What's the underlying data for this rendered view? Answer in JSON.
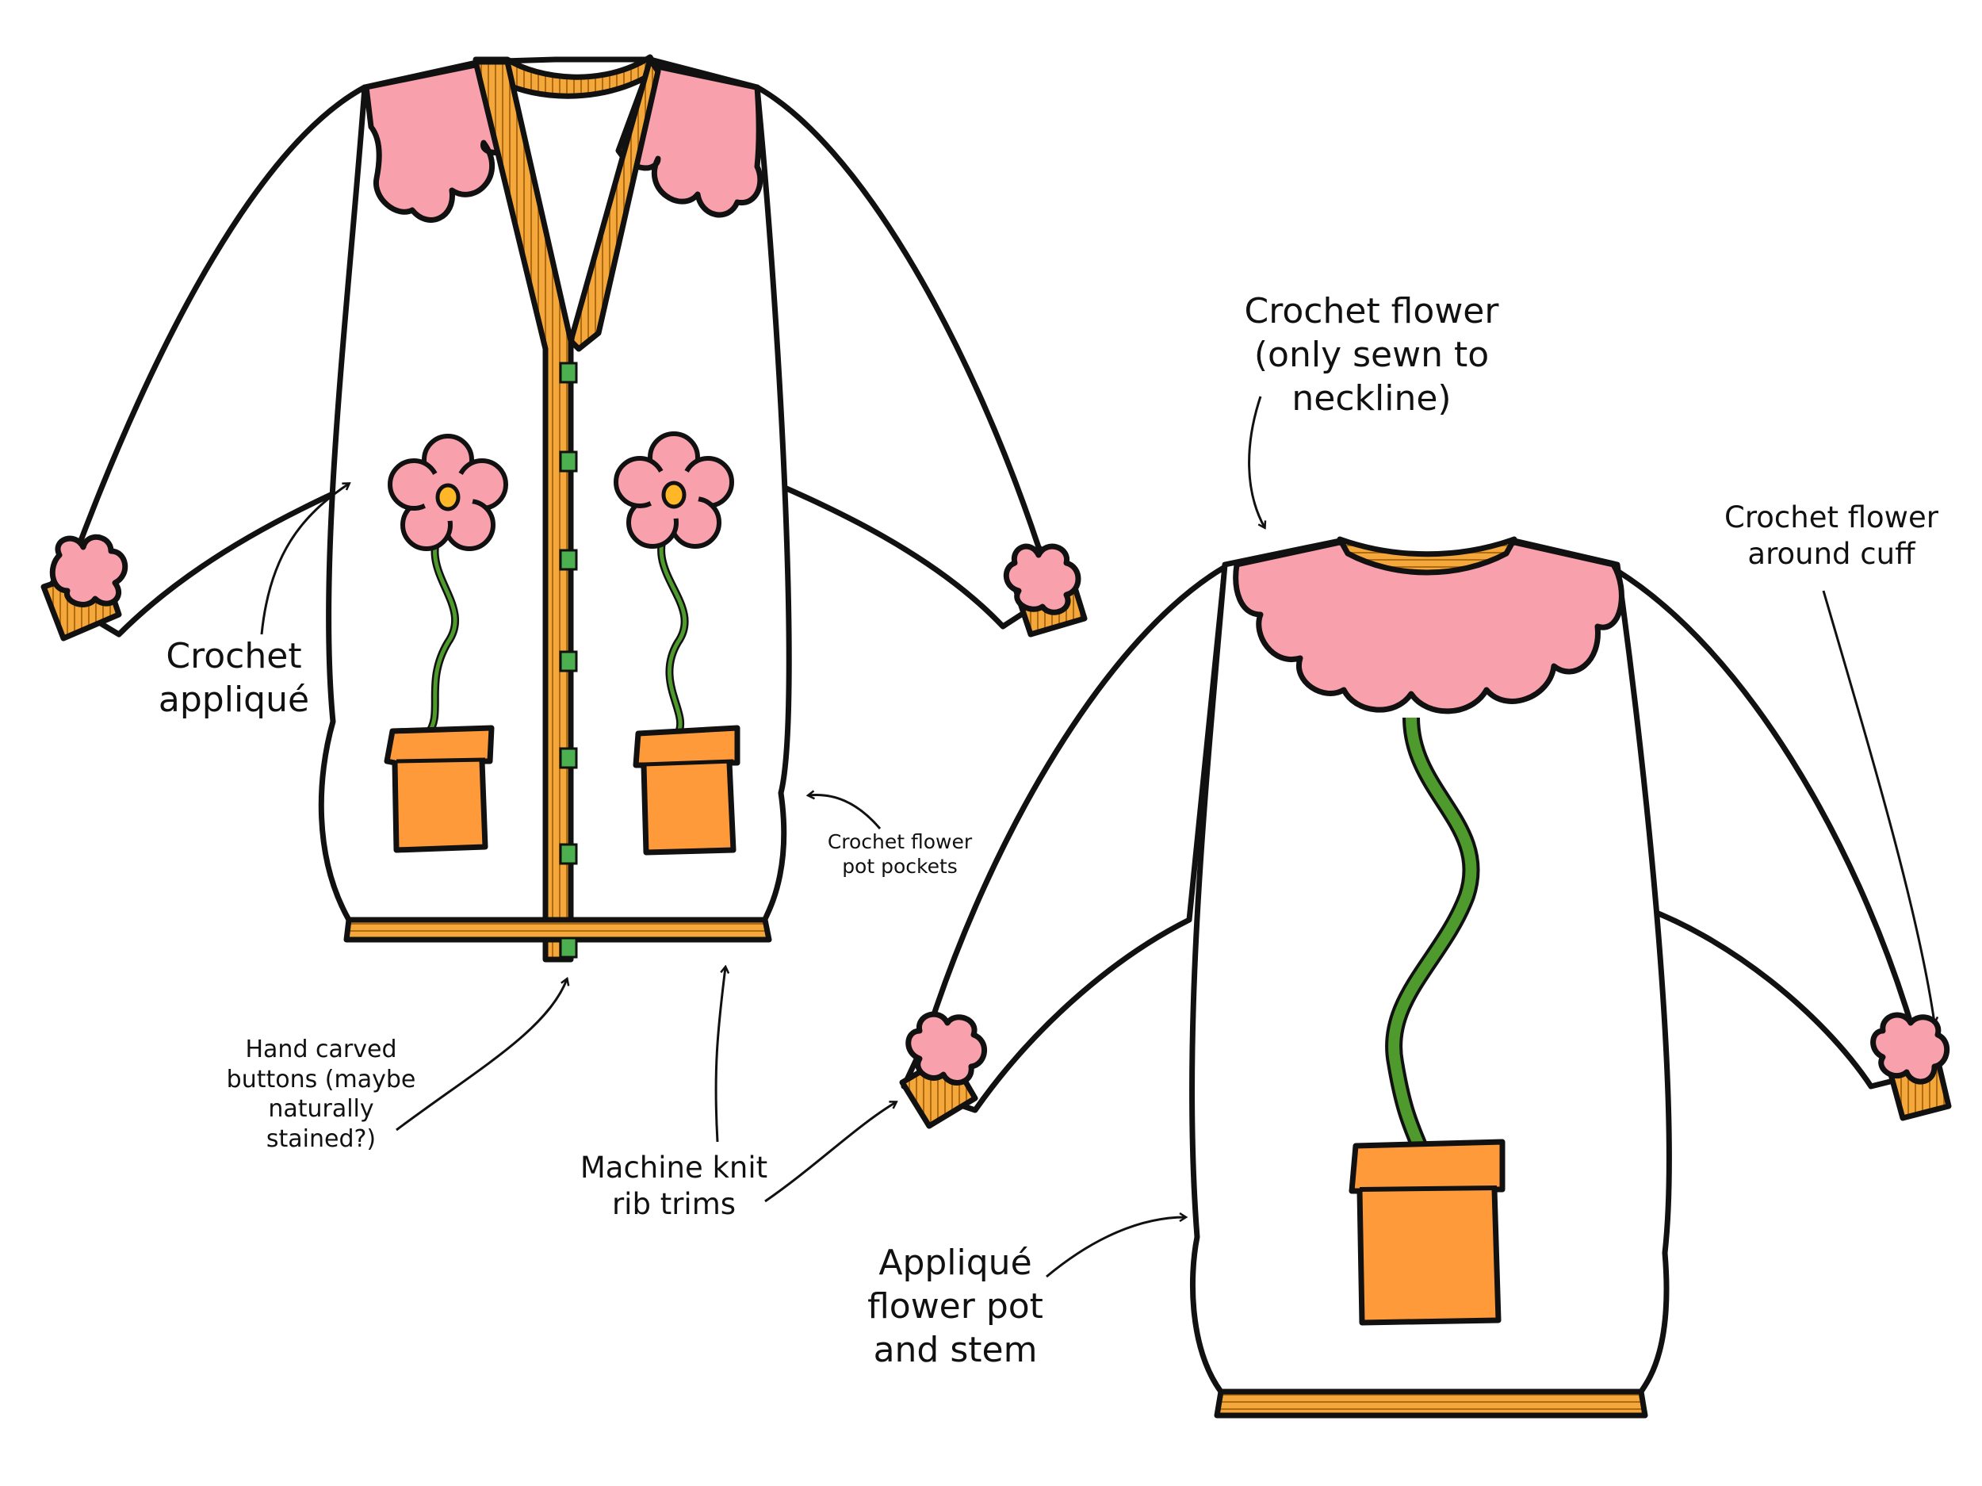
{
  "colors": {
    "outline": "#111111",
    "body": "#ffffff",
    "pink": "#f8a1ad",
    "ribbing": "#f4a83c",
    "ribbing_line": "#b06b12",
    "pot": "#ff9a3a",
    "stem": "#4f9a2c",
    "flower_center": "#ffb627",
    "button": "#4caf50"
  },
  "labels": {
    "crochet_applique": [
      "Crochet",
      "appliqué"
    ],
    "crochet_flower_neckline": [
      "Crochet flower",
      "(only sewn to",
      "neckline)"
    ],
    "crochet_flower_cuff": [
      "Crochet flower",
      "around cuff"
    ],
    "flower_pot_pockets": [
      "Crochet flower",
      "pot pockets"
    ],
    "hand_carved_buttons": [
      "Hand carved",
      "buttons (maybe",
      "naturally",
      "stained?)"
    ],
    "machine_knit": [
      "Machine knit",
      "rib trims"
    ],
    "applique_pot_stem": [
      "Appliqué",
      "flower pot",
      "and stem"
    ]
  }
}
